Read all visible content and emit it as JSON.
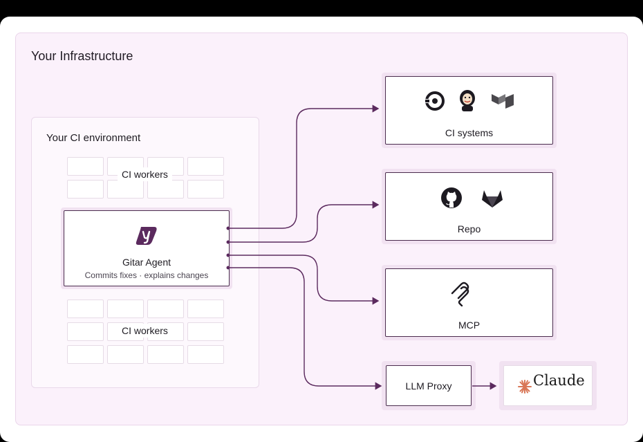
{
  "infrastructure": {
    "title": "Your Infrastructure"
  },
  "ci_environment": {
    "title": "Your CI environment",
    "workers_top_label": "CI workers",
    "workers_bottom_label": "CI workers"
  },
  "agent": {
    "name": "Gitar Agent",
    "subtitle": "Commits fixes · explains changes",
    "logo_icon": "gitar-logo-icon"
  },
  "targets": {
    "ci_systems": {
      "label": "CI systems",
      "icons": [
        "circleci-icon",
        "jenkins-icon",
        "buildkite-icon"
      ]
    },
    "repo": {
      "label": "Repo",
      "icons": [
        "github-icon",
        "gitlab-icon"
      ]
    },
    "mcp": {
      "label": "MCP",
      "icons": [
        "mcp-icon"
      ]
    },
    "llm_proxy": {
      "label": "LLM Proxy"
    },
    "claude": {
      "label": "Claude",
      "icons": [
        "claude-spark-icon"
      ]
    }
  },
  "colors": {
    "accent": "#5b2a5e",
    "panel": "#fbf1fb",
    "claude": "#d97757"
  }
}
